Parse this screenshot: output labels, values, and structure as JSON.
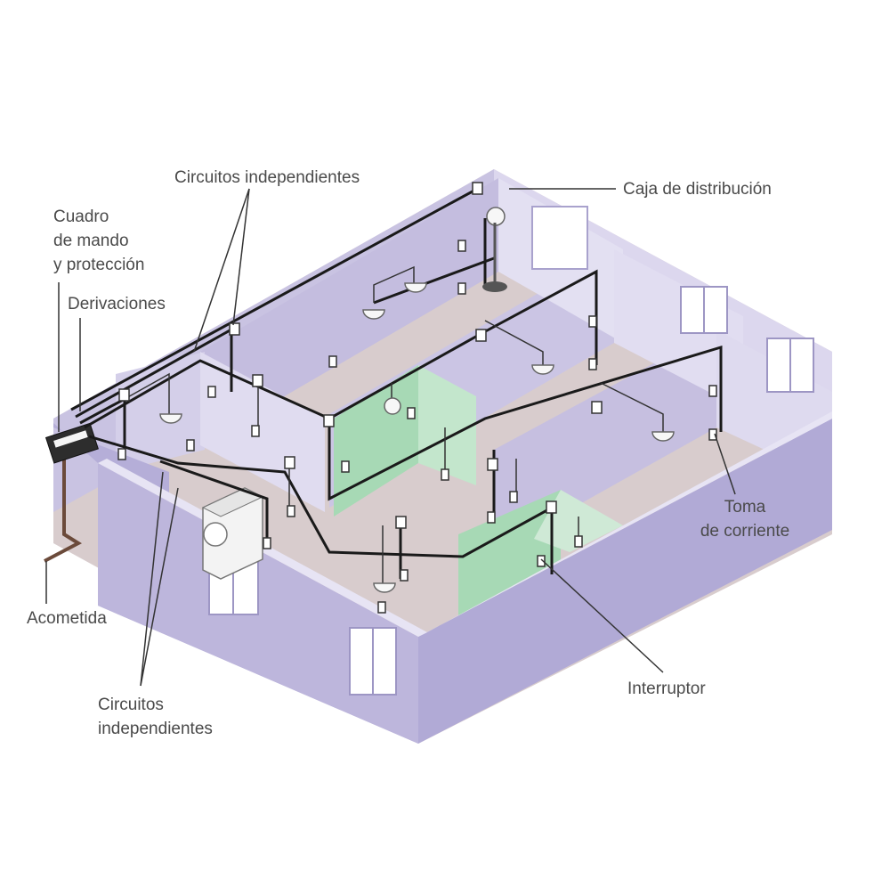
{
  "labels": {
    "circuitos_top": "Circuitos independientes",
    "caja": "Caja de distribución",
    "cuadro": [
      "Cuadro",
      "de mando",
      "y protección"
    ],
    "derivaciones": "Derivaciones",
    "toma": [
      "Toma",
      "de corriente"
    ],
    "acometida": "Acometida",
    "interruptor": "Interruptor",
    "circuitos_bottom": [
      "Circuitos",
      "independientes"
    ]
  },
  "colors": {
    "wall_light": "#d9d4ea",
    "wall_mid": "#c5bfe0",
    "wall_dark": "#aea7d2",
    "floor": "#d7c8c8",
    "bath_green": "#a9dbb7",
    "wire": "#1a1a1a",
    "acometida": "#6b4a3a",
    "label_text": "#4a4a4a"
  }
}
